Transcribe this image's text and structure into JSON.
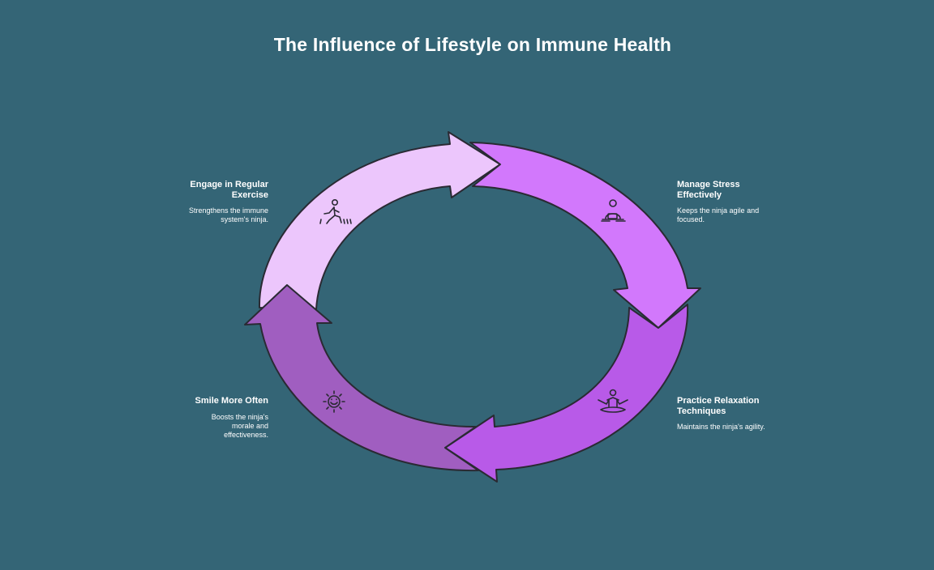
{
  "title": "The Influence of Lifestyle on Immune Health",
  "colors": {
    "background": "#346576",
    "exercise_segment": "#ECC6FC",
    "stress_segment": "#D278FC",
    "relaxation_segment": "#B85AE8",
    "smile_segment": "#A05EC0",
    "outline": "#2a2a33",
    "text": "#ffffff"
  },
  "steps": [
    {
      "id": "exercise",
      "heading": "Engage in Regular Exercise",
      "description": "Strengthens the immune system's ninja.",
      "icon": "walking-person-icon"
    },
    {
      "id": "stress",
      "heading": "Manage Stress Effectively",
      "description": "Keeps the ninja agile and focused.",
      "icon": "person-stress-icon"
    },
    {
      "id": "relaxation",
      "heading": "Practice Relaxation Techniques",
      "description": "Maintains the ninja's agility.",
      "icon": "meditation-icon"
    },
    {
      "id": "smile",
      "heading": "Smile More Often",
      "description": "Boosts the ninja's morale and effectiveness.",
      "icon": "smiling-sun-icon"
    }
  ]
}
